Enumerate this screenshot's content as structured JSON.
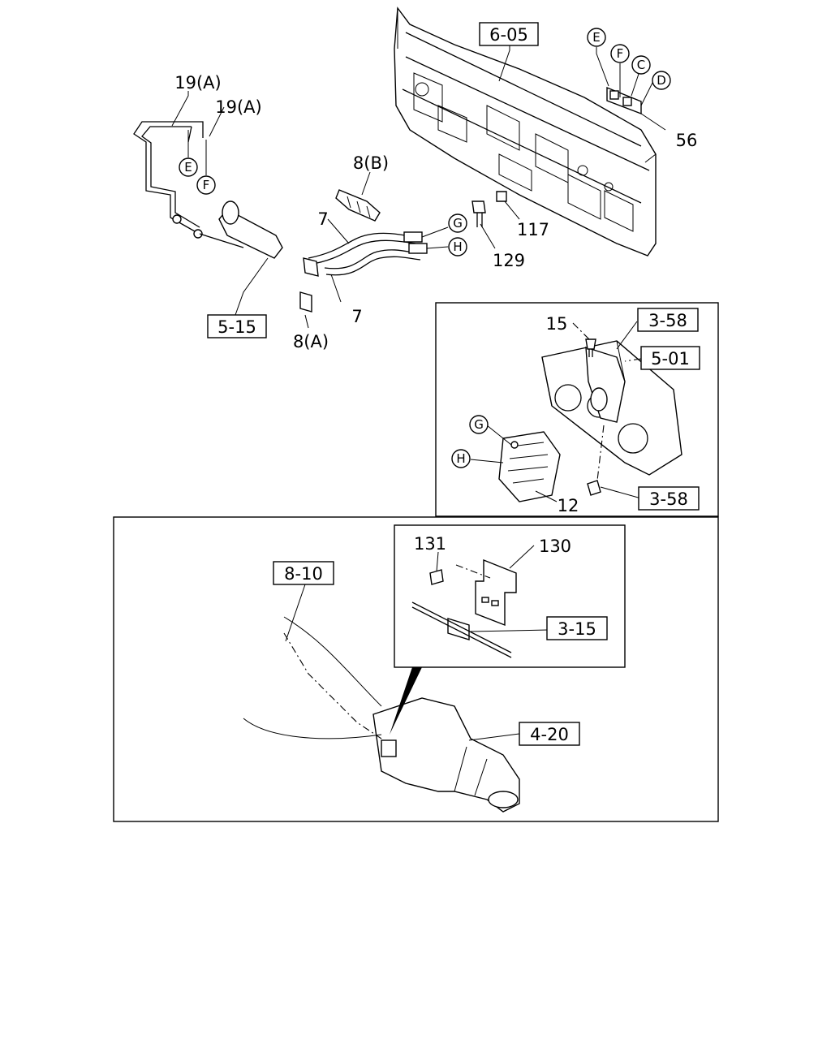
{
  "callouts": {
    "top_panel_ref": "6-05",
    "pipe_19a_1": "19(A)",
    "pipe_19a_2": "19(A)",
    "letter_e_left": "E",
    "letter_f_left": "F",
    "letter_e_right": "E",
    "letter_f_right": "F",
    "letter_c": "C",
    "letter_d": "D",
    "part_56": "56",
    "clip_8b": "8(B)",
    "hose_7_upper": "7",
    "hose_7_lower": "7",
    "letter_g_top": "G",
    "letter_h_top": "H",
    "part_117": "117",
    "part_129": "129",
    "ref_5_15": "5-15",
    "clip_8a": "8(A)",
    "part_15": "15",
    "ref_3_58_top": "3-58",
    "ref_5_01": "5-01",
    "letter_g_detail": "G",
    "letter_h_detail": "H",
    "part_12": "12",
    "ref_3_58_bottom": "3-58",
    "part_131": "131",
    "part_130": "130",
    "ref_3_15": "3-15",
    "ref_8_10": "8-10",
    "ref_4_20": "4-20"
  }
}
